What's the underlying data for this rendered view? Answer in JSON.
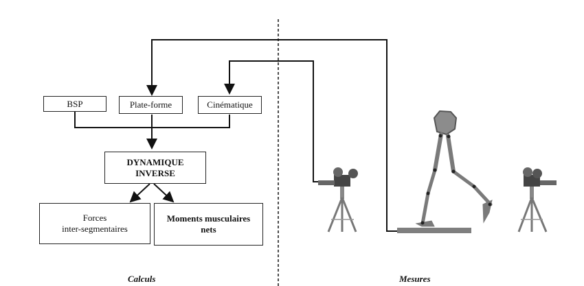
{
  "boxes": {
    "bsp": "BSP",
    "plate_forme": "Plate-forme",
    "cinematique": "Cinématique",
    "dynamique": [
      "DYNAMIQUE",
      "INVERSE"
    ],
    "forces": [
      "Forces",
      "inter-segmentaires"
    ],
    "moments": [
      "Moments musculaires",
      "nets"
    ]
  },
  "sections": {
    "left": "Calculs",
    "right": "Mesures"
  }
}
